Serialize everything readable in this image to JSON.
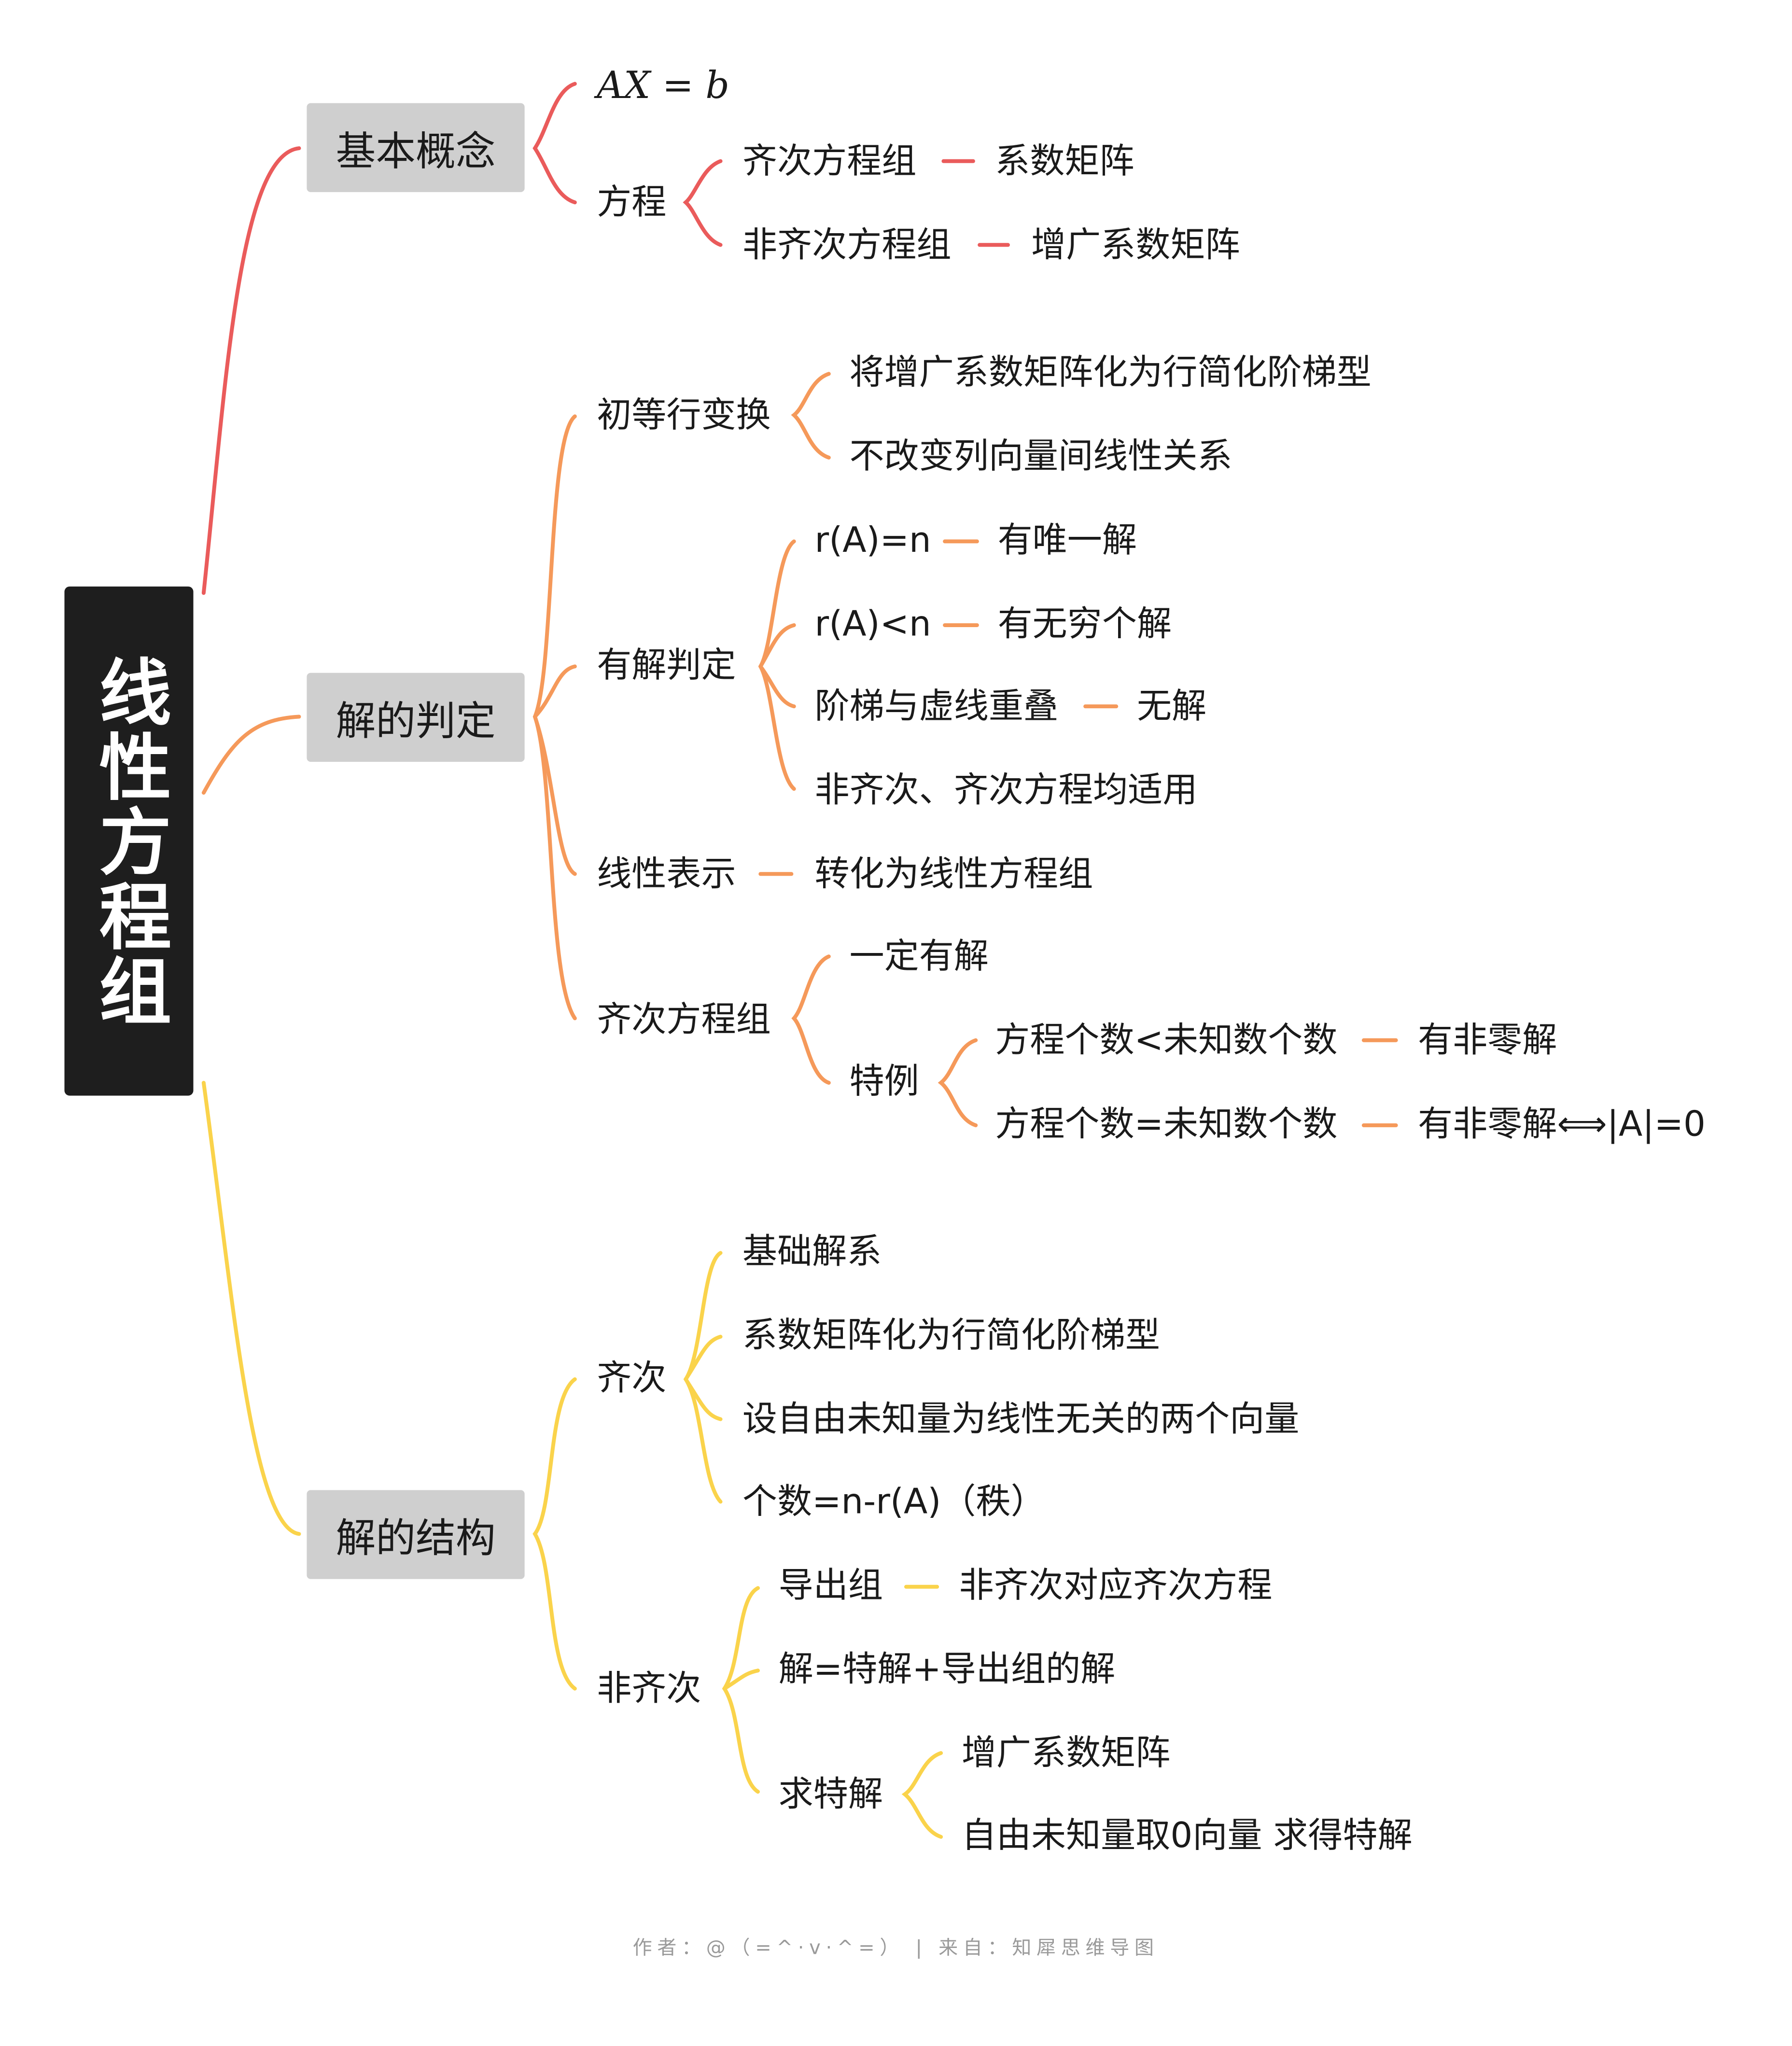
{
  "root": "线性方程组",
  "colors": {
    "red": "#ea5b5b",
    "orange": "#f5995a",
    "yellow": "#fad34b",
    "box": "#cfcfcf",
    "root_bg": "#1e1e1e"
  },
  "branch1": {
    "label": "基本概念",
    "formula": "AX = b",
    "equation": "方程",
    "homogeneous": "齐次方程组",
    "coef_matrix": "系数矩阵",
    "nonhomogeneous": "非齐次方程组",
    "aug_matrix": "增广系数矩阵"
  },
  "branch2": {
    "label": "解的判定",
    "row_ops": "初等行变换",
    "row_ops_1": "将增广系数矩阵化为行简化阶梯型",
    "row_ops_2": "不改变列向量间线性关系",
    "solvable": "有解判定",
    "rank_eq": "r(A)=n",
    "unique": "有唯一解",
    "rank_lt": "r(A)<n",
    "infinite": "有无穷个解",
    "overlap": "阶梯与虚线重叠",
    "none": "无解",
    "applies": "非齐次、齐次方程均适用",
    "linear_rep": "线性表示",
    "to_system": "转化为线性方程组",
    "homog_sys": "齐次方程组",
    "always": "一定有解",
    "special": "特例",
    "fewer_eq": "方程个数<未知数个数",
    "nonzero1": "有非零解",
    "equal_eq": "方程个数=未知数个数",
    "nonzero2": "有非零解⟺|A|=0"
  },
  "branch3": {
    "label": "解的结构",
    "homog": "齐次",
    "basis": "基础解系",
    "reduce": "系数矩阵化为行简化阶梯型",
    "free_vars": "设自由未知量为线性无关的两个向量",
    "count": "个数=n-r(A)（秩）",
    "nonhomog": "非齐次",
    "derived": "导出组",
    "derived_desc": "非齐次对应齐次方程",
    "solution": "解=特解+导出组的解",
    "find_particular": "求特解",
    "aug": "增广系数矩阵",
    "zero_free": "自由未知量取0向量 求得特解"
  },
  "footer": "作者：@（=^·v·^=） | 来自：知犀思维导图"
}
